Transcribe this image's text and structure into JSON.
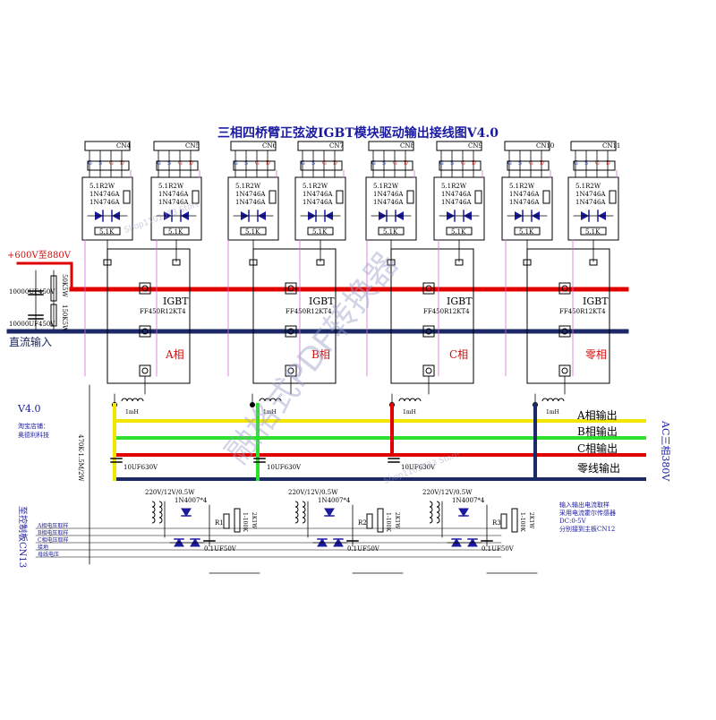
{
  "title": "三相四桥臂正弦波IGBT模块驱动输出接线图V4.0",
  "connectors": [
    "CN4",
    "CN5",
    "CN6",
    "CN7",
    "CN8",
    "CN9",
    "CN10",
    "CN11"
  ],
  "gate_pins": [
    "G",
    "S",
    "G",
    "D"
  ],
  "driver_parts": {
    "resistor": "5.1R2W",
    "zener1": "1N4746A",
    "zener2": "1N4746A",
    "gate_res": "5.1K"
  },
  "dc_input": {
    "voltage": "+600V至880V",
    "label": "直流输入",
    "cap_top": "10000UF450V",
    "cap_bottom": "10000UF450V",
    "res_top": "50K5W",
    "res_bottom": "150K5W"
  },
  "modules": [
    {
      "igbt": "IGBT",
      "part": "FF450R12KT4",
      "phase": "A相"
    },
    {
      "igbt": "IGBT",
      "part": "FF450R12KT4",
      "phase": "B相"
    },
    {
      "igbt": "IGBT",
      "part": "FF450R12KT4",
      "phase": "C相"
    },
    {
      "igbt": "IGBT",
      "part": "FF450R12KT4",
      "phase": "零相"
    }
  ],
  "version": "V4.0",
  "shop": {
    "line1": "淘宝店铺：",
    "line2": "奥德利科技"
  },
  "inductor": "1mH",
  "outputs": [
    "A相输出",
    "B相输出",
    "C相输出",
    "零线输出"
  ],
  "ac_label": "AC三相380V",
  "output_caps": [
    "10UF630V",
    "10UF630V",
    "10UF630V"
  ],
  "bleed_res": "470K-1.5M/2W",
  "sense": {
    "transformer": "220V/12V/0.5W",
    "diode": "1N4007*4",
    "cap": "0.1UF50V",
    "r3": "R3",
    "r2": "R2",
    "r1": "R1",
    "r_val": "2K1W",
    "pot": "1-100K"
  },
  "ctrl": {
    "title": "至控制板CN13",
    "lines": [
      "A相电压取样",
      "B相电压取样",
      "C相电压取样",
      "接地",
      "母线电压"
    ]
  },
  "note": [
    "输入输出电流取样",
    "采用电流霍尔传感器",
    "DC:0-5V",
    "分别接到主板CN12"
  ],
  "watermarks": [
    "融格式PDF转换器",
    "Shop1101033 Store",
    "Shop1101033 Store"
  ],
  "colors": {
    "red": "#e10000",
    "navy": "#1b2a66",
    "yellow": "#f2e600",
    "green": "#2ee02e",
    "blue": "#1a1aa0",
    "pink": "#d070d0"
  }
}
